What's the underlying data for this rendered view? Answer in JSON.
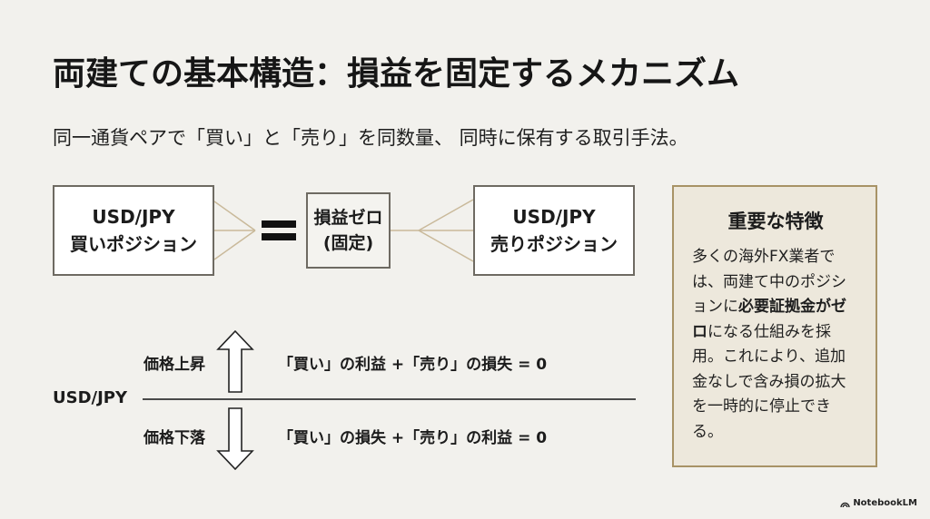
{
  "title": "両建ての基本構造：損益を固定するメカニズム",
  "subtitle": "同一通貨ペアで「買い」と「売り」を同数量、 同時に保有する取引手法。",
  "diagram": {
    "buy_box": {
      "line1": "USD/JPY",
      "line2": "買いポジション"
    },
    "equals_symbol": "=",
    "zero_box": {
      "line1": "損益ゼロ",
      "line2": "(固定)"
    },
    "sell_box": {
      "line1": "USD/JPY",
      "line2": "売りポジション"
    }
  },
  "feature": {
    "title": "重要な特徴",
    "body_pre": "多くの海外FX業者では、両建て中のポジションに",
    "body_bold": "必要証拠金がゼロ",
    "body_post": "になる仕組みを採用。これにより、追加金なしで含み損の拡大を一時的に停止できる。"
  },
  "price_axis": {
    "label": "USD/JPY",
    "up": {
      "label": "価格上昇",
      "icon": "arrow-up-icon",
      "equation": "「買い」の利益 +「売り」の損失 = 0"
    },
    "down": {
      "label": "価格下落",
      "icon": "arrow-down-icon",
      "equation": "「買い」の損失 +「売り」の利益 = 0"
    }
  },
  "branding": {
    "icon": "notebooklm-icon",
    "label": "NotebookLM"
  },
  "colors": {
    "background": "#f2f1ed",
    "feature_bg": "#ede8dc",
    "feature_border": "#a89366",
    "connector": "#c9b99a"
  }
}
